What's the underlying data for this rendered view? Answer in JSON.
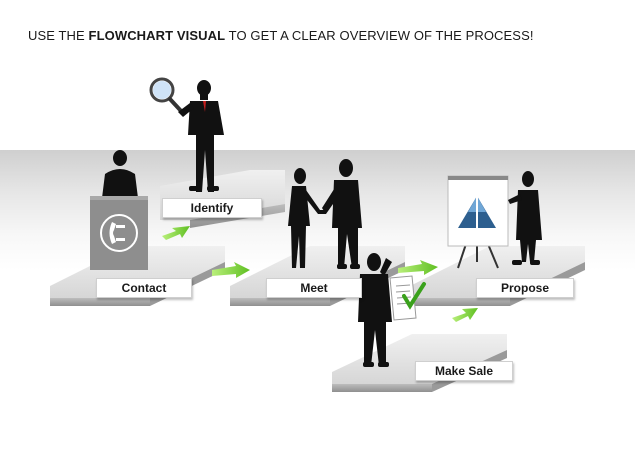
{
  "headline": {
    "prefix": "USE THE ",
    "emphasis": "FLOWCHART VISUAL",
    "suffix": " TO GET A CLEAR OVERVIEW OF THE PROCESS!"
  },
  "steps": [
    {
      "label": "Identify",
      "figure": "businessman-with-magnifier-icon"
    },
    {
      "label": "Contact",
      "figure": "receptionist-with-phone-icon"
    },
    {
      "label": "Meet",
      "figure": "handshake-icon"
    },
    {
      "label": "Propose",
      "figure": "presenter-with-chart-icon"
    },
    {
      "label": "Make Sale",
      "figure": "businessman-with-contract-icon"
    }
  ],
  "colors": {
    "arrow": "#7fd33a",
    "platform_top": "#e2e2e2",
    "platform_side": "#a9a9a9",
    "silhouette": "#111111",
    "pyramid": "#2d5f8f"
  }
}
